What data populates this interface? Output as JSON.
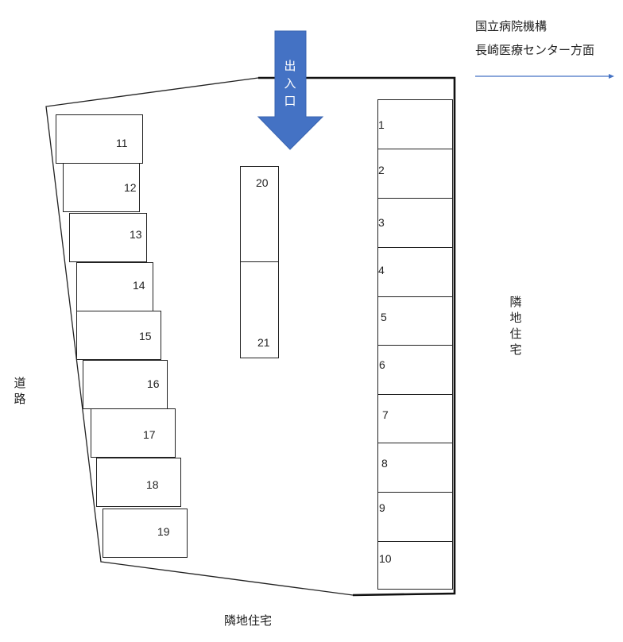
{
  "destination": {
    "line1": "国立病院機構",
    "line2": "長崎医療センター方面",
    "arrow_color": "#4472C4"
  },
  "entrance": {
    "label": "出入口",
    "color": "#4472C4"
  },
  "labels": {
    "road": "道路",
    "neighbor_right": "隣地住宅",
    "neighbor_bottom": "隣地住宅"
  },
  "parking": {
    "right_column": [
      {
        "num": "1"
      },
      {
        "num": "2"
      },
      {
        "num": "3"
      },
      {
        "num": "4"
      },
      {
        "num": "5"
      },
      {
        "num": "6"
      },
      {
        "num": "7"
      },
      {
        "num": "8"
      },
      {
        "num": "9"
      },
      {
        "num": "10"
      }
    ],
    "left_column": [
      {
        "num": "11"
      },
      {
        "num": "12"
      },
      {
        "num": "13"
      },
      {
        "num": "14"
      },
      {
        "num": "15"
      },
      {
        "num": "16"
      },
      {
        "num": "17"
      },
      {
        "num": "18"
      },
      {
        "num": "19"
      }
    ],
    "center": [
      {
        "num": "20"
      },
      {
        "num": "21"
      }
    ]
  }
}
